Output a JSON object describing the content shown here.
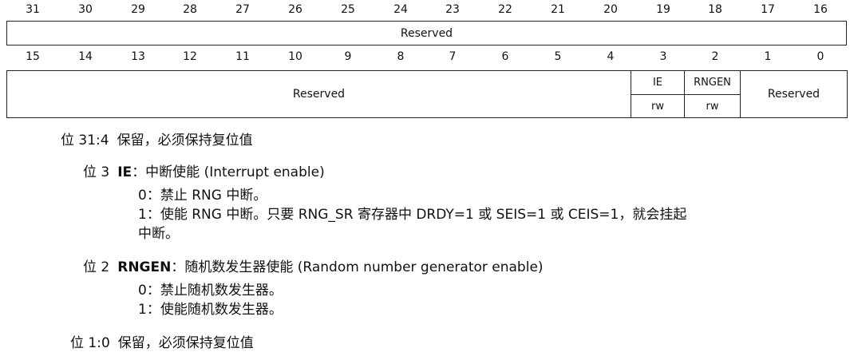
{
  "high_bits": [
    "31",
    "30",
    "29",
    "28",
    "27",
    "26",
    "25",
    "24",
    "23",
    "22",
    "21",
    "20",
    "19",
    "18",
    "17",
    "16"
  ],
  "low_bits": [
    "15",
    "14",
    "13",
    "12",
    "11",
    "10",
    "9",
    "8",
    "7",
    "6",
    "5",
    "4",
    "3",
    "2",
    "1",
    "0"
  ],
  "high_field": "Reserved",
  "low_fields": {
    "reserved_left": "Reserved",
    "ie_name": "IE",
    "ie_access": "rw",
    "rngen_name": "RNGEN",
    "rngen_access": "rw",
    "reserved_right": "Reserved"
  },
  "descriptions": {
    "bits_31_4": {
      "label": "位 31:4",
      "text": "保留，必须保持复位值"
    },
    "bit_3": {
      "label": "位 3",
      "name": "IE",
      "title": "：中断使能 (Interrupt enable)",
      "items": [
        "0：禁止 RNG 中断。",
        "1：使能 RNG 中断。只要 RNG_SR 寄存器中 DRDY=1 或 SEIS=1 或 CEIS=1，就会挂起",
        "中断。"
      ]
    },
    "bit_2": {
      "label": "位 2",
      "name": "RNGEN",
      "title": "：随机数发生器使能 (Random number generator enable)",
      "items": [
        "0：禁止随机数发生器。",
        "1：使能随机数发生器。"
      ]
    },
    "bits_1_0": {
      "label": "位 1:0",
      "text": "保留，必须保持复位值"
    }
  }
}
